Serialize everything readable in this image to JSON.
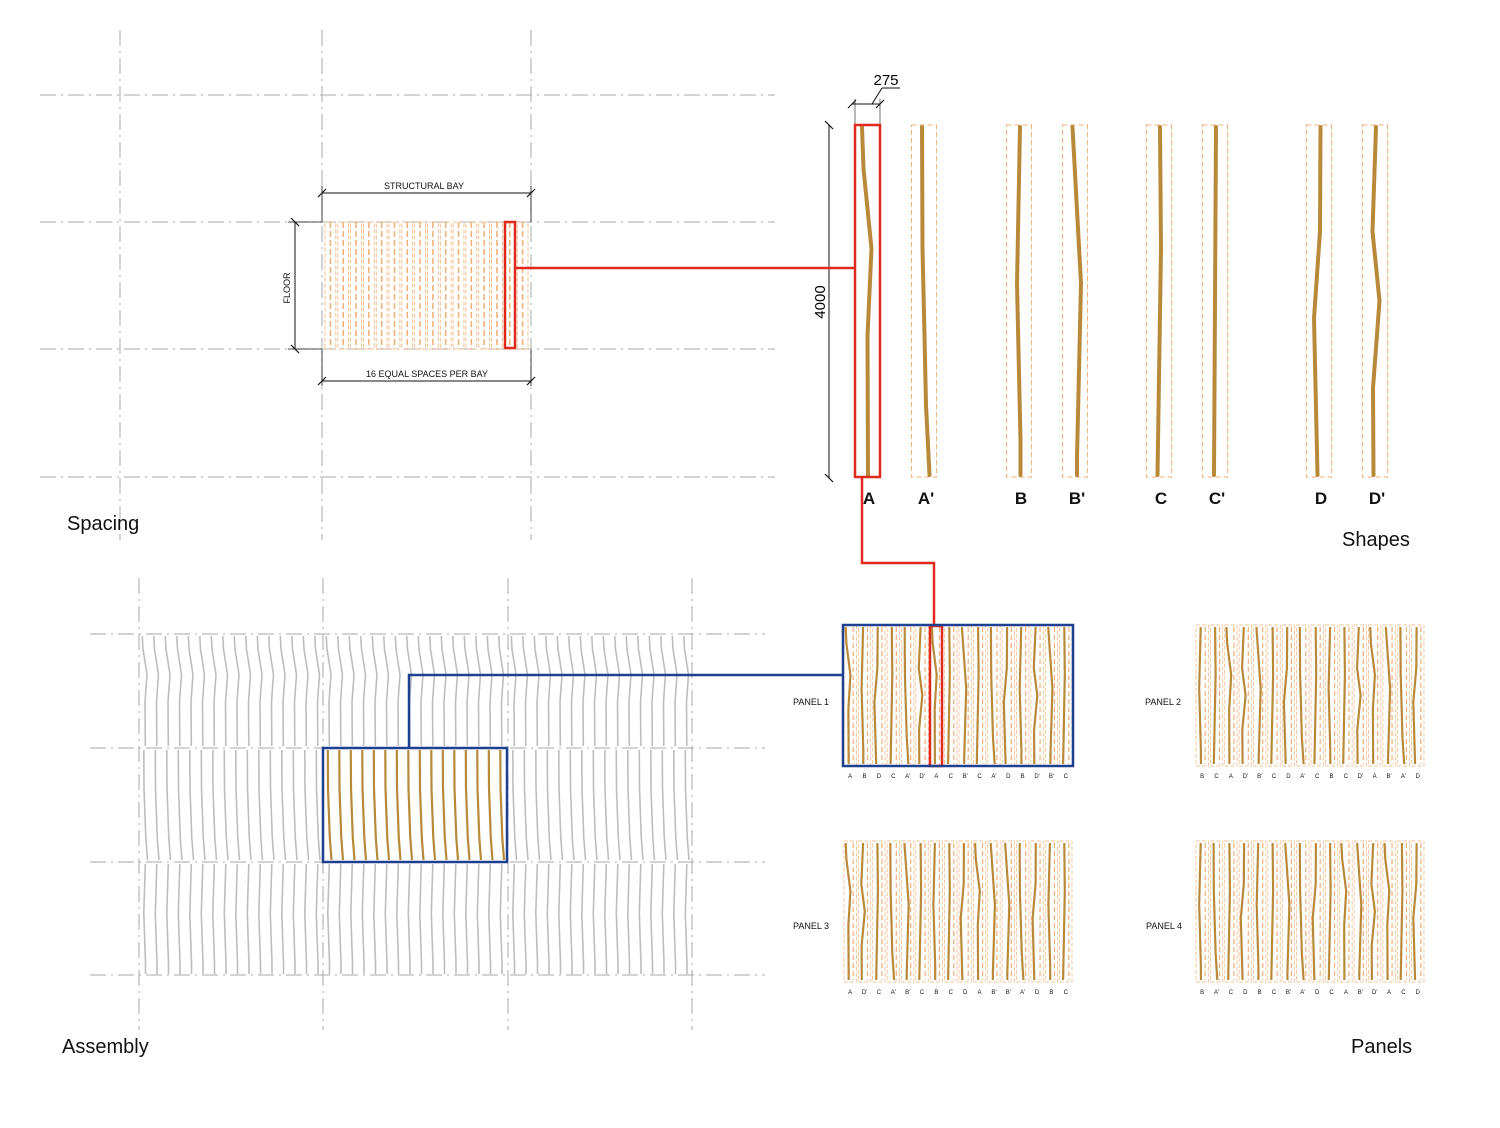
{
  "sections": {
    "spacing": "Spacing",
    "shapes": "Shapes",
    "assembly": "Assembly",
    "panels": "Panels"
  },
  "spacing_dims": {
    "top": "STRUCTURAL BAY",
    "side": "FLOOR",
    "bottom": "16 EQUAL SPACES PER BAY"
  },
  "shape_dims": {
    "width": "275",
    "height": "4000"
  },
  "shapes": [
    {
      "label": "A",
      "profile": "A"
    },
    {
      "label": "A'",
      "profile": "A'"
    },
    {
      "label": "B",
      "profile": "B"
    },
    {
      "label": "B'",
      "profile": "B'"
    },
    {
      "label": "C",
      "profile": "C"
    },
    {
      "label": "C'",
      "profile": "C'"
    },
    {
      "label": "D",
      "profile": "D"
    },
    {
      "label": "D'",
      "profile": "D'"
    }
  ],
  "panels": [
    {
      "label": "PANEL 1",
      "letters": [
        "A",
        "B",
        "D",
        "C",
        "A'",
        "D'",
        "A",
        "C",
        "B'",
        "C",
        "A'",
        "D",
        "B",
        "D'",
        "B'",
        "C"
      ]
    },
    {
      "label": "PANEL 2",
      "letters": [
        "B",
        "C",
        "A",
        "D'",
        "B'",
        "C",
        "D",
        "A'",
        "C",
        "B",
        "C",
        "D'",
        "A",
        "B'",
        "A'",
        "D"
      ]
    },
    {
      "label": "PANEL 3",
      "letters": [
        "A",
        "D'",
        "C",
        "A'",
        "B'",
        "C",
        "B",
        "C",
        "D",
        "A",
        "B'",
        "B'",
        "A'",
        "D",
        "B",
        "C"
      ]
    },
    {
      "label": "PANEL 4",
      "letters": [
        "B",
        "A'",
        "C",
        "D",
        "B",
        "C",
        "B'",
        "A'",
        "D",
        "C",
        "A",
        "B'",
        "D'",
        "A",
        "C",
        "D"
      ]
    }
  ],
  "colors": {
    "fin": "#b9893a",
    "fin_outline": "#f0b27a",
    "highlight_red": "#e02a1e",
    "highlight_blue": "#1f3f8f",
    "grid": "#a9a9a9",
    "assembly_fin": "#bdbdbd"
  }
}
